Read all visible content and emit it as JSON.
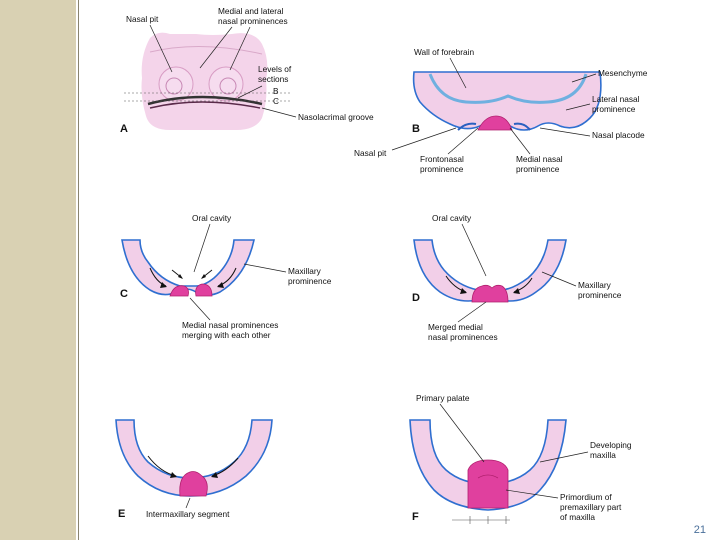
{
  "page_number": "21",
  "panels": {
    "a": {
      "letter": "A",
      "labels": {
        "nasal_pit": "Nasal pit",
        "medial_lateral_1": "Medial and lateral",
        "medial_lateral_2": "nasal prominences",
        "levels_1": "Levels of",
        "levels_2": "sections",
        "level_b": "B",
        "level_c": "C",
        "nasolacrimal": "Nasolacrimal groove"
      }
    },
    "b": {
      "letter": "B",
      "labels": {
        "wall": "Wall of forebrain",
        "mesenchyme": "Mesenchyme",
        "lateral_1": "Lateral nasal",
        "lateral_2": "prominence",
        "placode": "Nasal placode",
        "nasal_pit": "Nasal pit",
        "frontonasal_1": "Frontonasal",
        "frontonasal_2": "prominence",
        "medial_1": "Medial nasal",
        "medial_2": "prominence"
      }
    },
    "c": {
      "letter": "C",
      "labels": {
        "oral": "Oral cavity",
        "maxillary_1": "Maxillary",
        "maxillary_2": "prominence",
        "merging_1": "Medial nasal prominences",
        "merging_2": "merging with each other"
      }
    },
    "d": {
      "letter": "D",
      "labels": {
        "oral": "Oral cavity",
        "maxillary_1": "Maxillary",
        "maxillary_2": "prominence",
        "merged_1": "Merged medial",
        "merged_2": "nasal prominences"
      }
    },
    "e": {
      "letter": "E",
      "labels": {
        "intermax": "Intermaxillary segment"
      }
    },
    "f": {
      "letter": "F",
      "labels": {
        "primary": "Primary palate",
        "developing_1": "Developing",
        "developing_2": "maxilla",
        "primordium_1": "Primordium of",
        "primordium_2": "premaxillary part",
        "primordium_3": "of maxilla"
      }
    }
  }
}
